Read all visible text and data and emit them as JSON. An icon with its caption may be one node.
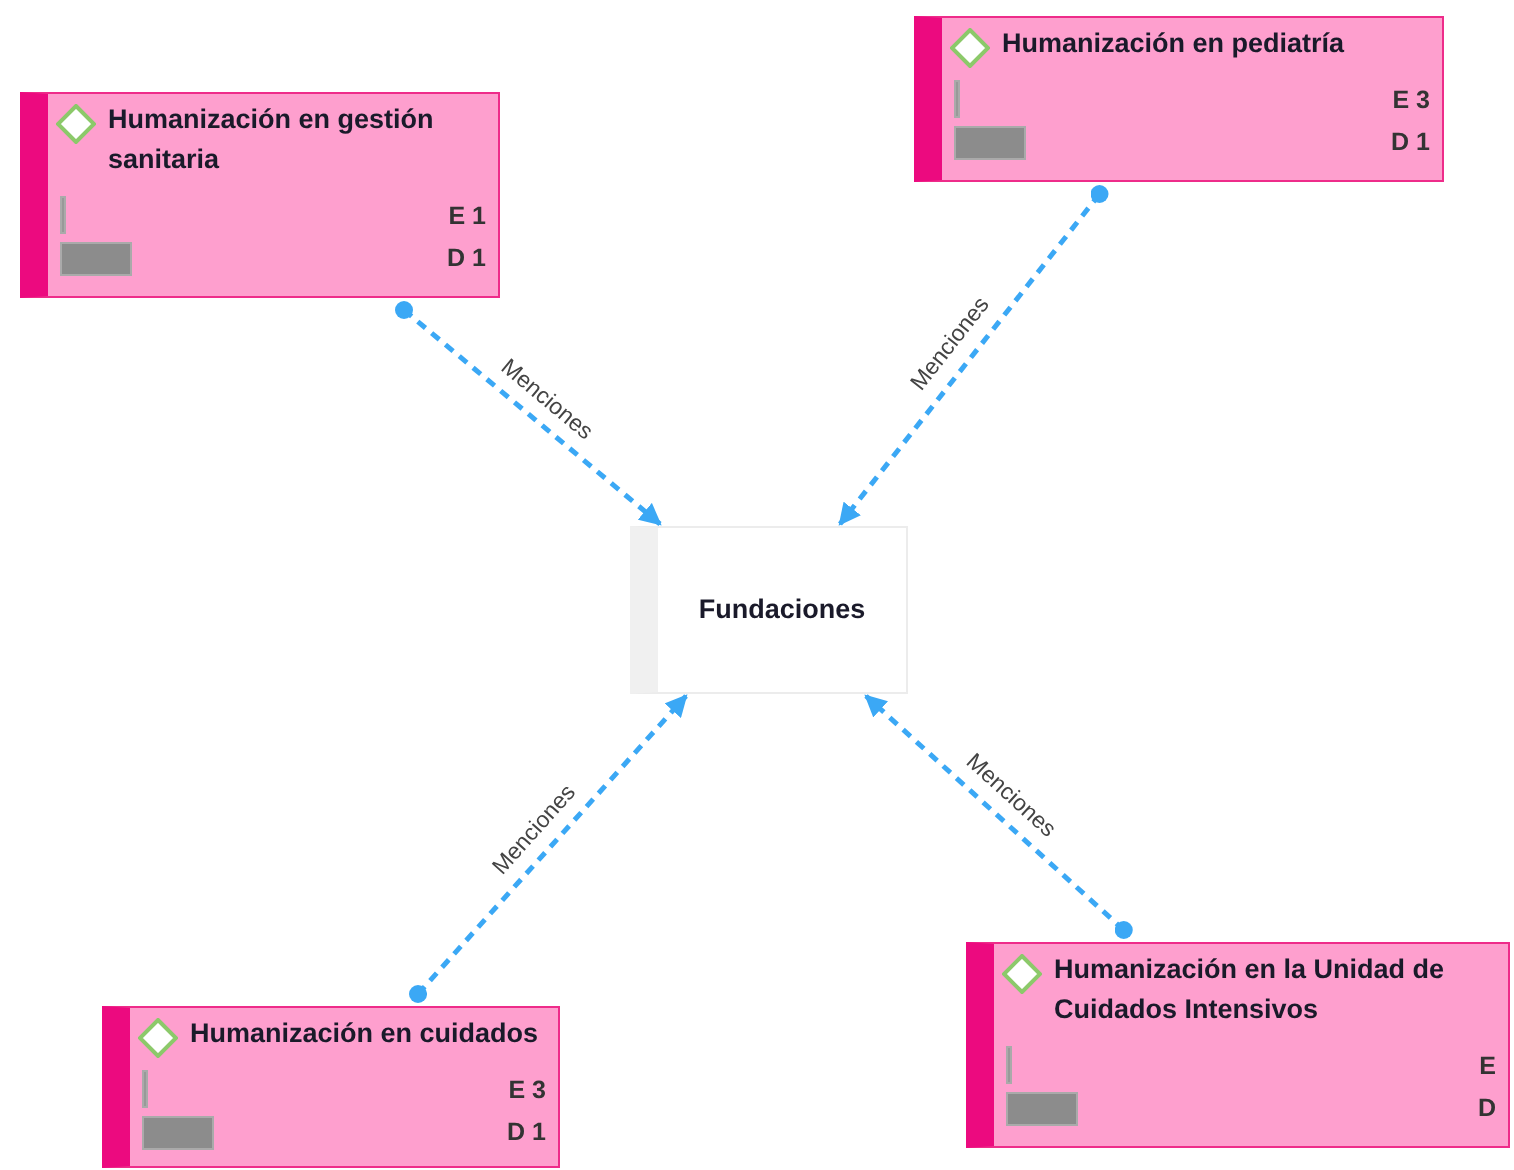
{
  "diagram": {
    "nodes": [
      {
        "text": [
          "Humanización en pediatría",
          "E 3",
          "D 1"
        ]
      },
      {
        "text": [
          "Humanización en gestión sanitaria",
          "E 1",
          "D 1"
        ]
      },
      {
        "text": [
          "Fundaciones"
        ]
      },
      {
        "text": [
          "Humanización en la Unidad de Cuidados Intensivos",
          "E",
          "D"
        ]
      },
      {
        "text": [
          "Humanización en cuidados",
          "E 3",
          "D 1"
        ]
      }
    ],
    "edges": [
      {
        "from": 1,
        "to": 2,
        "arrow": "to",
        "label": "Menciones",
        "style": "dashed"
      },
      {
        "from": 0,
        "to": 2,
        "arrow": "to",
        "label": "Menciones",
        "style": "dashed"
      },
      {
        "from": 4,
        "to": 2,
        "arrow": "to",
        "label": "Menciones",
        "style": "dashed"
      },
      {
        "from": 3,
        "to": 2,
        "arrow": "to",
        "label": "Menciones",
        "style": "dashed"
      }
    ]
  }
}
